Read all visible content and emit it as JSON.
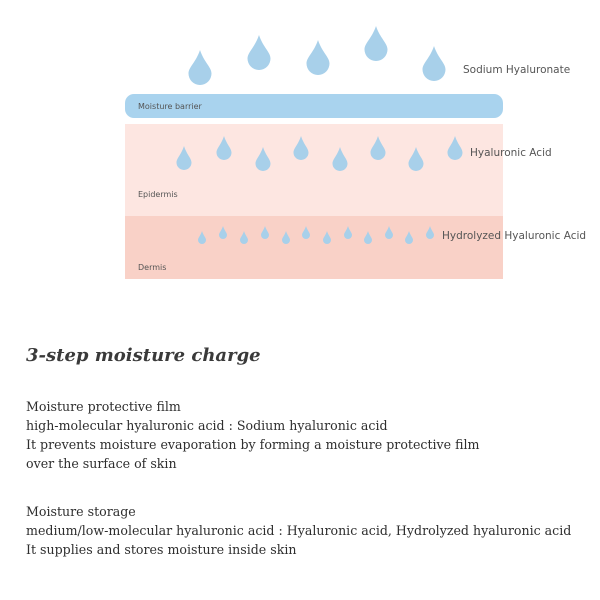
{
  "diagram": {
    "labels": {
      "sodium": "Sodium Hyaluronate",
      "barrier": "Moisture barrier",
      "hyaluronic": "Hyaluronic Acid",
      "epidermis": "Epidermis",
      "hydrolyzed": "Hydrolyzed Hyaluronic Acid",
      "dermis": "Dermis"
    },
    "colors": {
      "drop": "#a8d0ea",
      "barrier": "#a9d3ee",
      "epidermis": "#fde6e1",
      "dermis": "#f9d1c7"
    },
    "drop_counts": {
      "large": 5,
      "medium": 8,
      "small": 12
    }
  },
  "content": {
    "heading": "3-step moisture charge",
    "sections": [
      {
        "lines": [
          "Moisture protective film",
          "high-molecular hyaluronic acid : Sodium hyaluronic acid",
          "It prevents moisture evaporation by forming a moisture protective film",
          "over the surface of skin"
        ]
      },
      {
        "lines": [
          "Moisture storage",
          "medium/low-molecular hyaluronic acid : Hyaluronic acid, Hydrolyzed hyaluronic acid",
          "It supplies and stores moisture inside skin"
        ]
      }
    ]
  }
}
